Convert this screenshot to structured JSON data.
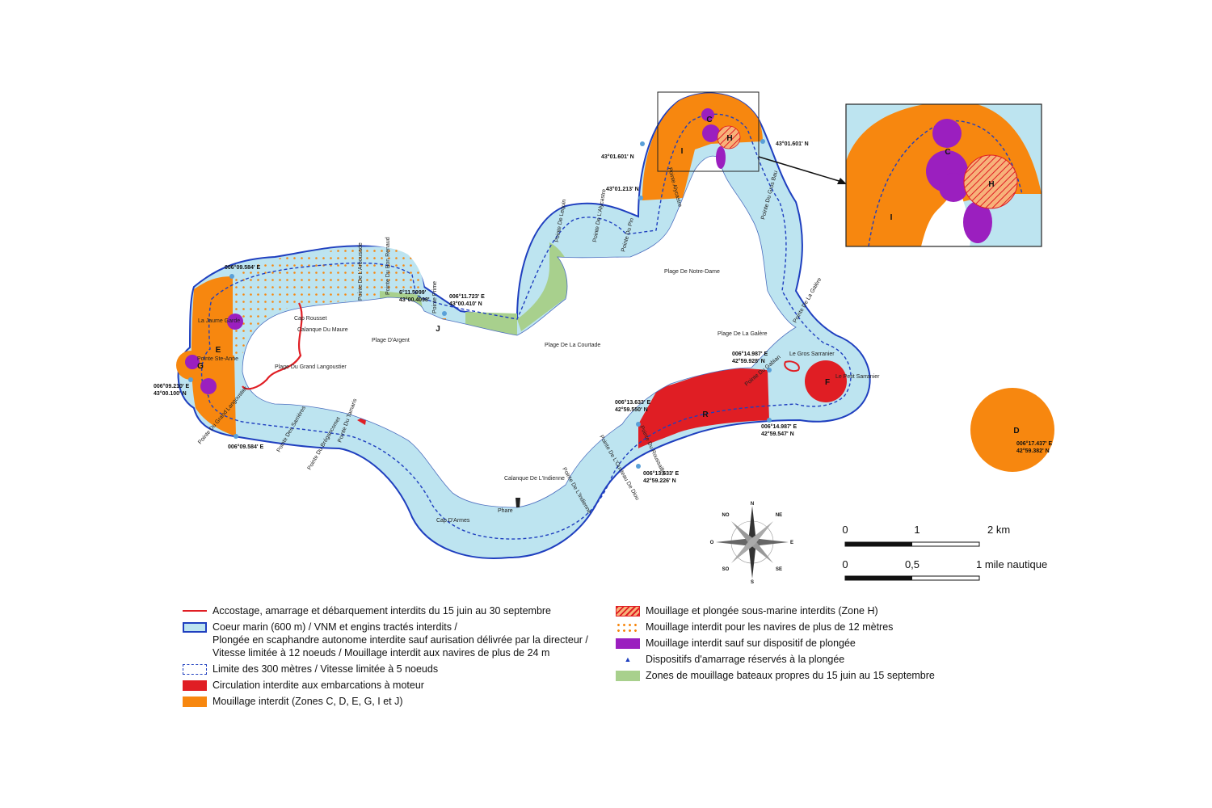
{
  "colors": {
    "coeur_marin": "#bde4f0",
    "border_blue": "#1f3fbf",
    "red": "#e01e24",
    "orange": "#f7870f",
    "purple": "#9b1fbf",
    "green": "#a8d08d",
    "land": "#ffffff"
  },
  "zones": {
    "C": "C",
    "D": "D",
    "E": "E",
    "F": "F",
    "G": "G",
    "H": "H",
    "I": "I",
    "J": "J",
    "R": "R"
  },
  "places": {
    "la_jaume_garde": "La Jaume Garde",
    "pointe_ste_anne": "Pointe Ste-Anne",
    "cap_rousset": "Cap Rousset",
    "calanque_du_maure": "Calanque\nDu Maure",
    "plage_grand_langoustier": "Plage Du Grand Langoustier",
    "pointe_arbousade": "Pointe De L'Arbousade",
    "pointe_bon_renaud": "Pointe Du Bon Renaud",
    "plage_argent": "Plage D'Argent",
    "pointe_prime": "Pointe Prime",
    "plage_courtade": "Plage De La Courtade",
    "pointe_lequin": "Pointe De Lequin",
    "pointe_alycastre": "Pointe De L'Alycastre",
    "pointe_pin": "Pointe Du Pin",
    "plage_notre_dame": "Plage De Notre-Dame",
    "pointe_gros_bau": "Pointe Du Gros Bau",
    "plage_galere": "Plage De La Galère",
    "pointe_galere": "Pointe De La Galère",
    "le_gros_sarranier": "Le Gros Sarranier",
    "le_petit_sarranier": "Le Petit Sarranier",
    "pointe_gabian": "Pointe Du Gabian",
    "pointe_roussaillet": "Pointe Du Roussaillet",
    "pointe_ousteau": "Pointe De L'Ousteau De Diou",
    "pointe_indienne": "Pointe De L'Indienne",
    "calanque_indienne": "Calanque\nDe L'Indienne",
    "phare": "Phare",
    "cap_armes": "Cap D'Armes",
    "pointe_tamaris": "Pointe Du Tamaris",
    "pointe_brequemont": "Pointe Du Brégancomet",
    "pointe_sarrieres": "Pointe Des Sarrières",
    "pointe_grand_langoustier": "Pointe Du Grand Langoustier",
    "pointe_alycastre_n": "Pointe Alycastre"
  },
  "coords": {
    "c1": "006°09.584' E",
    "c2": "006°09.210' E\n43°00.100' N",
    "c3": "006°09.584' E",
    "c4": "6°11.5999'\n43°00.4098'",
    "c5": "006°11.723' E\n43°00.410' N",
    "c6": "43°01.601' N",
    "c7": "43°01.601' N",
    "c8": "43°01.213' N",
    "c9": "006°14.987' E\n42°59.928' N",
    "c10": "006°13.633' E\n42°59.550' N",
    "c11": "006°14.987' E\n42°59.547' N",
    "c12": "006°13.633' E\n42°59.226' N",
    "c13": "006°17.437' E\n42°59.382' N"
  },
  "compass": {
    "n": "N",
    "s": "S",
    "e": "E",
    "o": "O",
    "no": "NO",
    "ne": "NE",
    "so": "SO",
    "se": "SE"
  },
  "scale": {
    "km_0": "0",
    "km_1": "1",
    "km_2": "2  km",
    "nm_0": "0",
    "nm_05": "0,5",
    "nm_1": "1 mile nautique"
  },
  "legend_left": [
    {
      "swatch": "red-line",
      "text": "Accostage, amarrage et débarquement interdits du 15 juin au 30 septembre"
    },
    {
      "swatch": "coeur",
      "text": "Coeur marin (600 m) / VNM et engins tractés interdits /\nPlongée en scaphandre autonome interdite sauf aurisation délivrée par la directeur /\nVitesse limitée à 12 noeuds / Mouillage interdit aux navires de plus de 24 m"
    },
    {
      "swatch": "dashed",
      "text": "Limite des 300 mètres / Vitesse limitée à 5 noeuds"
    },
    {
      "swatch": "red",
      "text": "Circulation interdite aux embarcations à moteur"
    },
    {
      "swatch": "orange",
      "text": "Mouillage interdit (Zones C, D, E, G, I et J)"
    }
  ],
  "legend_right": [
    {
      "swatch": "hatched",
      "text": "Mouillage et plongée sous-marine interdits (Zone H)"
    },
    {
      "swatch": "dots",
      "text": "Mouillage interdit pour les navires de plus de 12 mètres"
    },
    {
      "swatch": "purple",
      "text": "Mouillage interdit sauf sur dispositif de plongée"
    },
    {
      "swatch": "triangle",
      "text": "Dispositifs d'amarrage réservés à la plongée"
    },
    {
      "swatch": "green",
      "text": "Zones de mouillage bateaux propres du 15 juin au 15 septembre"
    }
  ]
}
